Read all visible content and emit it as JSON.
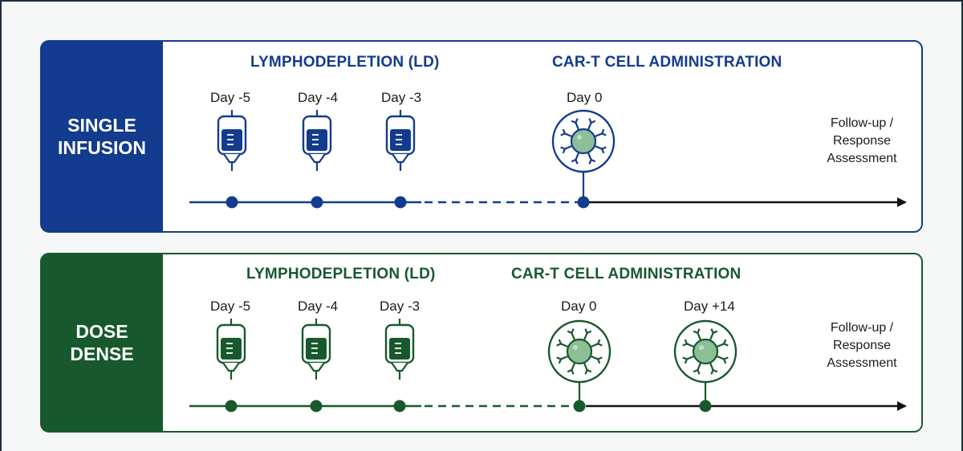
{
  "colors": {
    "blue": "#133b8e",
    "green": "#17592c",
    "cell_fill": "#8dbf96",
    "arrow": "#111111"
  },
  "rows": [
    {
      "label_line1": "SINGLE",
      "label_line2": "INFUSION",
      "phase_ld": "LYMPHODEPLETION (LD)",
      "phase_cart": "CAR-T CELL ADMINISTRATION",
      "ld_days": [
        "Day -5",
        "Day -4",
        "Day -3"
      ],
      "car_days": [
        "Day 0"
      ],
      "follow_up": [
        "Follow-up /",
        "Response",
        "Assessment"
      ],
      "icons": [
        "iv-bag-icon",
        "car-t-cell-icon"
      ]
    },
    {
      "label_line1": "DOSE",
      "label_line2": "DENSE",
      "phase_ld": "LYMPHODEPLETION (LD)",
      "phase_cart": "CAR-T CELL ADMINISTRATION",
      "ld_days": [
        "Day -5",
        "Day -4",
        "Day -3"
      ],
      "car_days": [
        "Day 0",
        "Day +14"
      ],
      "follow_up": [
        "Follow-up /",
        "Response",
        "Assessment"
      ],
      "icons": [
        "iv-bag-icon",
        "car-t-cell-icon"
      ]
    }
  ]
}
